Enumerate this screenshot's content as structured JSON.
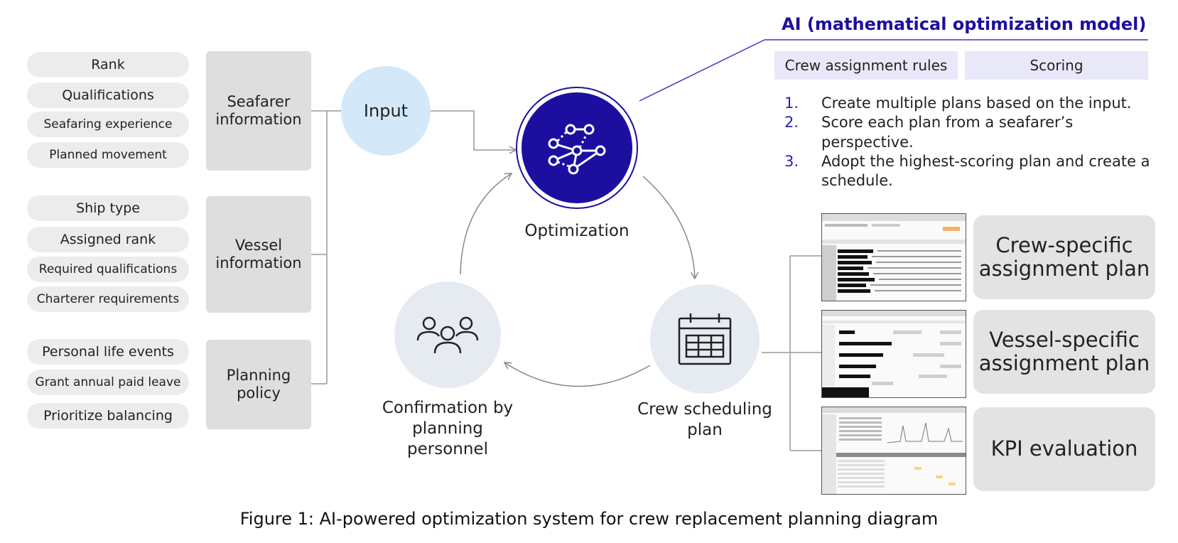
{
  "inputs": {
    "seafarer": {
      "title": "Seafarer information",
      "items": [
        "Rank",
        "Qualifications",
        "Seafaring experience",
        "Planned movement"
      ]
    },
    "vessel": {
      "title": "Vessel information",
      "items": [
        "Ship type",
        "Assigned rank",
        "Required qualifications",
        "Charterer requirements"
      ]
    },
    "policy": {
      "title": "Planning policy",
      "items": [
        "Personal life events",
        "Grant annual paid leave",
        "Prioritize balancing"
      ]
    }
  },
  "cycle": {
    "input_label": "Input",
    "optimization_label": "Optimization",
    "plan_label": "Crew scheduling plan",
    "confirmation_label": "Confirmation by planning personnel"
  },
  "ai": {
    "title": "AI (mathematical optimization model)",
    "tabs": [
      "Crew assignment rules",
      "Scoring"
    ],
    "steps": [
      {
        "num": "1.",
        "text": "Create multiple plans based on the input."
      },
      {
        "num": "2.",
        "text": "Score each plan from a seafarer’s perspective."
      },
      {
        "num": "3.",
        "text": "Adopt the highest-scoring plan and create a schedule."
      }
    ]
  },
  "outputs": [
    "Crew-specific assignment plan",
    "Vessel-specific assignment plan",
    "KPI evaluation"
  ],
  "caption": "Figure 1: AI-powered optimization system for crew replacement planning diagram",
  "colors": {
    "accent": "#1c0fa0",
    "input_circle": "#d3e9fa",
    "node_circle": "#e6ebf2",
    "step_number": "#2b23b8"
  },
  "icons": {
    "optimization": "network-nodes-icon",
    "plan": "calendar-icon",
    "confirmation": "people-group-icon"
  }
}
